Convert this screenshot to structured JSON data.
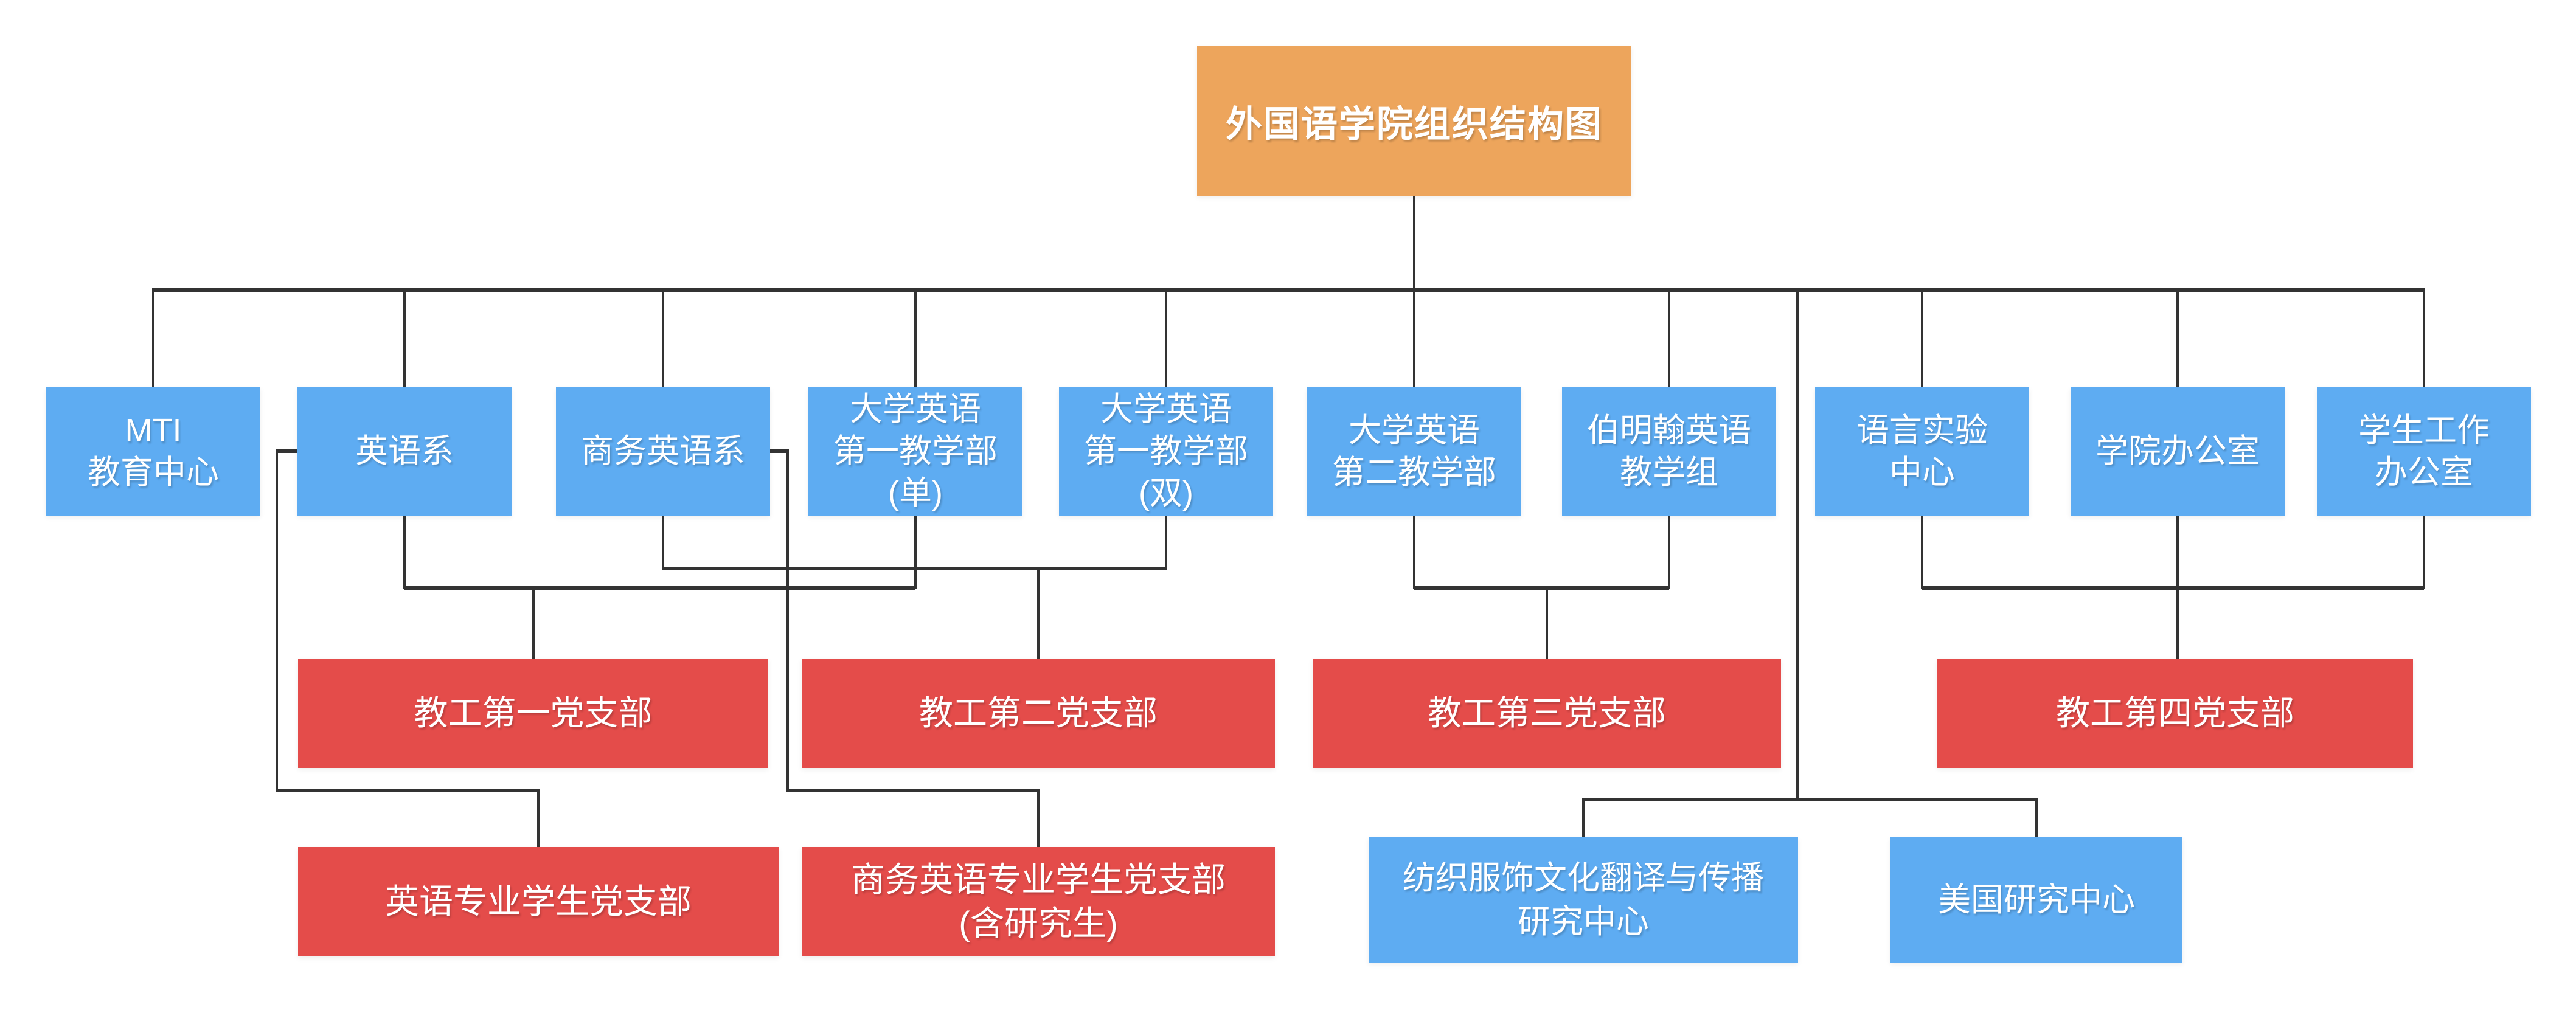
{
  "colors": {
    "root_fill": "#EDA55C",
    "department_fill": "#5EACF2",
    "party_branch_fill": "#E44C4A",
    "connector_line": "#333333",
    "label_text": "#FFFFFF",
    "background": "#FFFFFF"
  },
  "root": {
    "label": "外国语学院组织结构图"
  },
  "departments": [
    {
      "label": "MTI\n教育中心"
    },
    {
      "label": "英语系"
    },
    {
      "label": "商务英语系"
    },
    {
      "label": "大学英语\n第一教学部\n(单)"
    },
    {
      "label": "大学英语\n第一教学部\n(双)"
    },
    {
      "label": "大学英语\n第二教学部"
    },
    {
      "label": "伯明翰英语\n教学组"
    },
    {
      "label": "语言实验\n中心"
    },
    {
      "label": "学院办公室"
    },
    {
      "label": "学生工作\n办公室"
    }
  ],
  "faculty_party_branches": [
    {
      "label": "教工第一党支部"
    },
    {
      "label": "教工第二党支部"
    },
    {
      "label": "教工第三党支部"
    },
    {
      "label": "教工第四党支部"
    }
  ],
  "student_party_branches": [
    {
      "label": "英语专业学生党支部"
    },
    {
      "label": "商务英语专业学生党支部\n(含研究生)"
    }
  ],
  "research_centers": [
    {
      "label": "纺织服饰文化翻译与传播\n研究中心"
    },
    {
      "label": "美国研究中心"
    }
  ]
}
